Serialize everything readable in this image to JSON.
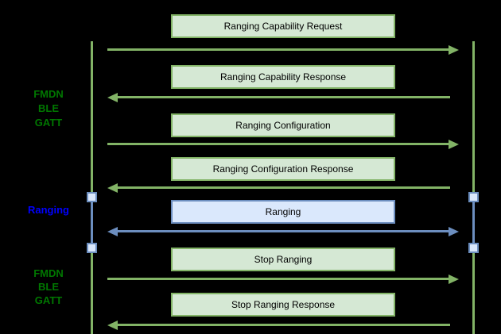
{
  "diagram": {
    "type": "sequence-diagram",
    "background": "#000000",
    "colors": {
      "green_fill": "#d5e8d4",
      "green_stroke": "#82b366",
      "blue_fill": "#dae8fc",
      "blue_stroke": "#6c8ebf",
      "phase_label_green": "#007700",
      "phase_label_blue": "#0000ff",
      "box_text": "#000000"
    },
    "phase_labels": [
      {
        "id": "fmdn-ble-gatt-top",
        "lines": [
          "FMDN",
          "BLE",
          "GATT"
        ]
      },
      {
        "id": "ranging",
        "lines": [
          "Ranging"
        ]
      },
      {
        "id": "fmdn-ble-gatt-bottom",
        "lines": [
          "FMDN",
          "BLE",
          "GATT"
        ]
      }
    ],
    "messages": [
      {
        "label": "Ranging Capability Request",
        "direction": "right",
        "style": "green"
      },
      {
        "label": "Ranging Capability Response",
        "direction": "left",
        "style": "green"
      },
      {
        "label": "Ranging Configuration",
        "direction": "right",
        "style": "green"
      },
      {
        "label": "Ranging Configuration Response",
        "direction": "left",
        "style": "green"
      },
      {
        "label": "Ranging",
        "direction": "both",
        "style": "blue"
      },
      {
        "label": "Stop Ranging",
        "direction": "right",
        "style": "green"
      },
      {
        "label": "Stop Ranging Response",
        "direction": "left",
        "style": "green"
      }
    ]
  }
}
